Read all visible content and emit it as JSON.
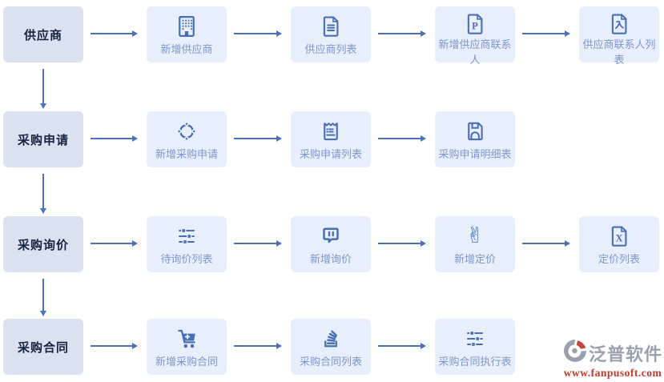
{
  "colors": {
    "icon_blue": "#4a6fb5",
    "arrow_blue": "#4a72b8",
    "stage_bg": "#dbe2ef",
    "stage_text": "#15233f",
    "node_bg": "#e8effc",
    "node_text": "#7d96cc",
    "brand_gray": "#99a1ae",
    "brand_red": "#c0392b"
  },
  "flow": {
    "rows": [
      {
        "stage": "供应商",
        "nodes": [
          {
            "label": "新增供应商",
            "icon": "building-icon"
          },
          {
            "label": "供应商列表",
            "icon": "document-lines-icon"
          },
          {
            "label": "新增供应商联系人",
            "icon": "document-p-icon"
          },
          {
            "label": "供应商联系人列表",
            "icon": "pdf-file-icon"
          }
        ]
      },
      {
        "stage": "采购申请",
        "nodes": [
          {
            "label": "新增采购申请",
            "icon": "crosshair-icon"
          },
          {
            "label": "采购申请列表",
            "icon": "receipt-icon"
          },
          {
            "label": "采购申请明细表",
            "icon": "floppy-disk-icon"
          }
        ]
      },
      {
        "stage": "采购询价",
        "nodes": [
          {
            "label": "待询价列表",
            "icon": "sliders-icon"
          },
          {
            "label": "新增询价",
            "icon": "chat-bubble-icon"
          },
          {
            "label": "新增定价",
            "icon": "victory-hand-icon"
          },
          {
            "label": "定价列表",
            "icon": "excel-file-icon"
          }
        ]
      },
      {
        "stage": "采购合同",
        "nodes": [
          {
            "label": "新增采购合同",
            "icon": "cart-plus-icon"
          },
          {
            "label": "采购合同列表",
            "icon": "stack-icon"
          },
          {
            "label": "采购合同执行表",
            "icon": "sliders-icon"
          }
        ]
      }
    ]
  },
  "watermark": {
    "brand": "泛普软件",
    "url": "www.fanpusoft.com"
  }
}
